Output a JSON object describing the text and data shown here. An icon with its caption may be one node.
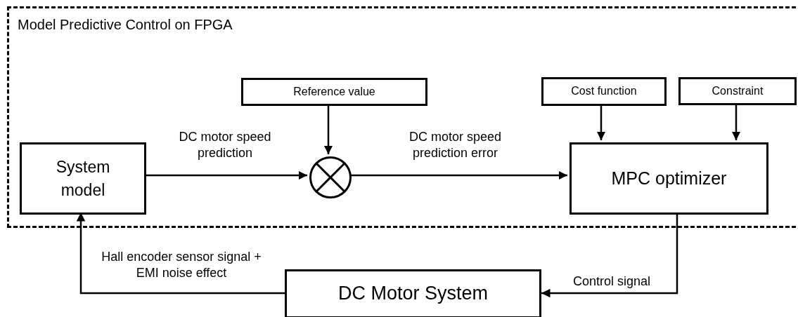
{
  "diagram": {
    "nodes": [
      {
        "text": [
          "Model Predictive Control on FPGA"
        ]
      },
      {
        "text": [
          "System model"
        ],
        "in": 0
      },
      {
        "text": [
          "Reference value"
        ],
        "in": 0
      },
      {
        "text": [],
        "shape": "circle",
        "in": 0
      },
      {
        "text": [
          "Cost function"
        ],
        "in": 0
      },
      {
        "text": [
          "Constraint"
        ],
        "in": 0
      },
      {
        "text": [
          "MPC optimizer"
        ],
        "in": 0
      },
      {
        "text": [
          "DC Motor System"
        ]
      }
    ],
    "edges": [
      {
        "from": 1,
        "to": 3,
        "arrow": "to",
        "label": "DC motor speed prediction"
      },
      {
        "from": 2,
        "to": 3,
        "arrow": "to"
      },
      {
        "from": 3,
        "to": 6,
        "arrow": "to",
        "label": "DC motor speed prediction error"
      },
      {
        "from": 4,
        "to": 6,
        "arrow": "to"
      },
      {
        "from": 5,
        "to": 6,
        "arrow": "to"
      },
      {
        "from": 6,
        "to": 7,
        "arrow": "to",
        "label": "Control signal"
      },
      {
        "from": 7,
        "to": 1,
        "arrow": "to",
        "label": "Hall encoder sensor signal + EMI noise effect"
      }
    ]
  }
}
